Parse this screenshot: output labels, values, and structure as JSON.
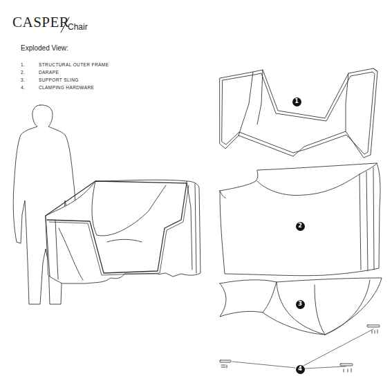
{
  "diagram": {
    "title": "CASPER",
    "nodes": [
      {
        "text": [
          "1"
        ]
      },
      {
        "text": [
          "2"
        ]
      },
      {
        "text": [
          "3"
        ]
      },
      {
        "text": [
          "4"
        ]
      }
    ],
    "labels": [
      "Chair",
      "Exploded View:",
      "1.",
      "STRUCTURAL OUTER FRAME",
      "2.",
      "DARAPE",
      "3.",
      "SUPPORT SLING",
      "4.",
      "CLAMPING HARDWARE"
    ]
  }
}
